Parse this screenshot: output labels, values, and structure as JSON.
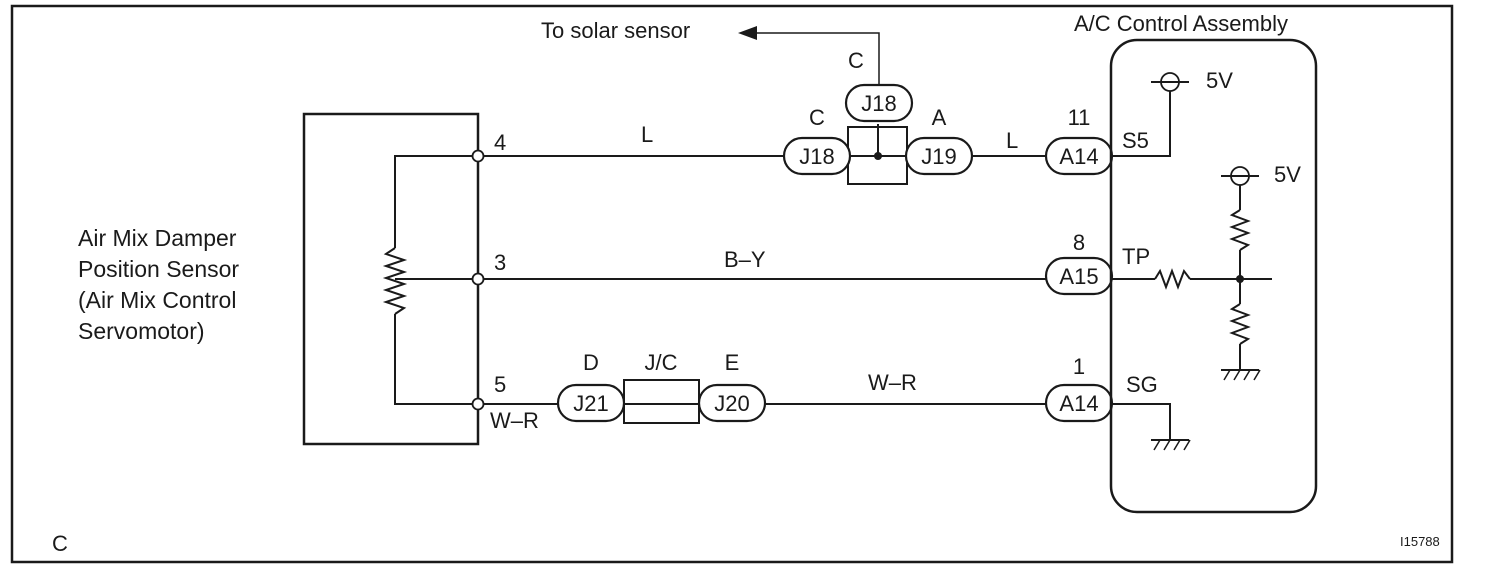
{
  "corner_letter": "C",
  "figure_id": "I15788",
  "solar_note": "To solar sensor",
  "component_left": {
    "line1": "Air Mix Damper",
    "line2": "Position Sensor",
    "line3": "(Air Mix Control",
    "line4": "Servomotor)"
  },
  "component_right": {
    "title": "A/C Control Assembly"
  },
  "pins": {
    "p4": "4",
    "p3": "3",
    "p5": "5",
    "p11": "11",
    "p8": "8",
    "p1": "1"
  },
  "wires": {
    "top_left": "L",
    "top_right": "L",
    "middle": "B–Y",
    "bottom_pin5": "W–R",
    "bottom_mid": "W–R"
  },
  "connectors": {
    "j18_top": "J18",
    "j18_left": "J18",
    "j19": "J19",
    "j21": "J21",
    "j20": "J20",
    "a14_top": "A14",
    "a15": "A15",
    "a14_bottom": "A14"
  },
  "connector_letters": {
    "c_top": "C",
    "c_left": "C",
    "a_right": "A",
    "d_left": "D",
    "e_right": "E",
    "jc": "J/C"
  },
  "terminals": {
    "s5": "S5",
    "tp": "TP",
    "sg": "SG"
  },
  "voltages": {
    "v1": "5V",
    "v2": "5V"
  }
}
